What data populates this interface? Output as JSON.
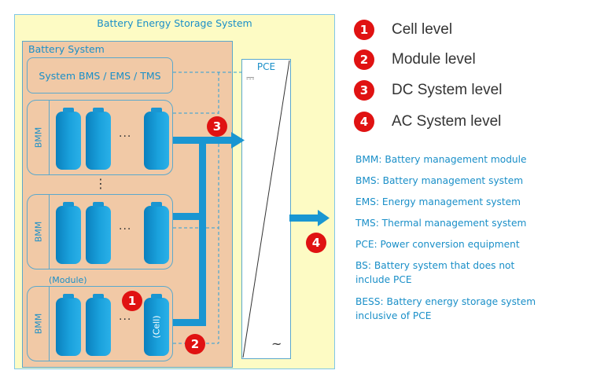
{
  "diagram": {
    "bess_title": "Battery Energy Storage System",
    "bs_title": "Battery System",
    "system_box_label": "System BMS / EMS / TMS",
    "pce_label": "PCE",
    "bmm_label": "BMM",
    "module_tag": "(Module)",
    "cell_tag": "(Cell)",
    "ellipsis": "...",
    "vertical_ellipsis": "⋮",
    "ac_symbol": "~",
    "dc_symbol": "⎓",
    "badges": [
      "1",
      "2",
      "3",
      "4"
    ],
    "colors": {
      "badge": "#e01212",
      "cell": "#1aa1dc",
      "bus": "#1a96d2",
      "bess_fill": "#fdfbc4",
      "bs_fill": "#f1c9a6",
      "text_blue": "#1a8fc8"
    }
  },
  "legend": [
    {
      "num": "1",
      "label": "Cell level"
    },
    {
      "num": "2",
      "label": "Module level"
    },
    {
      "num": "3",
      "label": "DC System level"
    },
    {
      "num": "4",
      "label": "AC System level"
    }
  ],
  "definitions": [
    "BMM: Battery management module",
    "BMS: Battery management system",
    "EMS: Energy management system",
    "TMS: Thermal management system",
    "PCE: Power conversion equipment",
    "BS: Battery system that does not include PCE",
    "BESS: Battery energy storage system inclusive of PCE"
  ]
}
